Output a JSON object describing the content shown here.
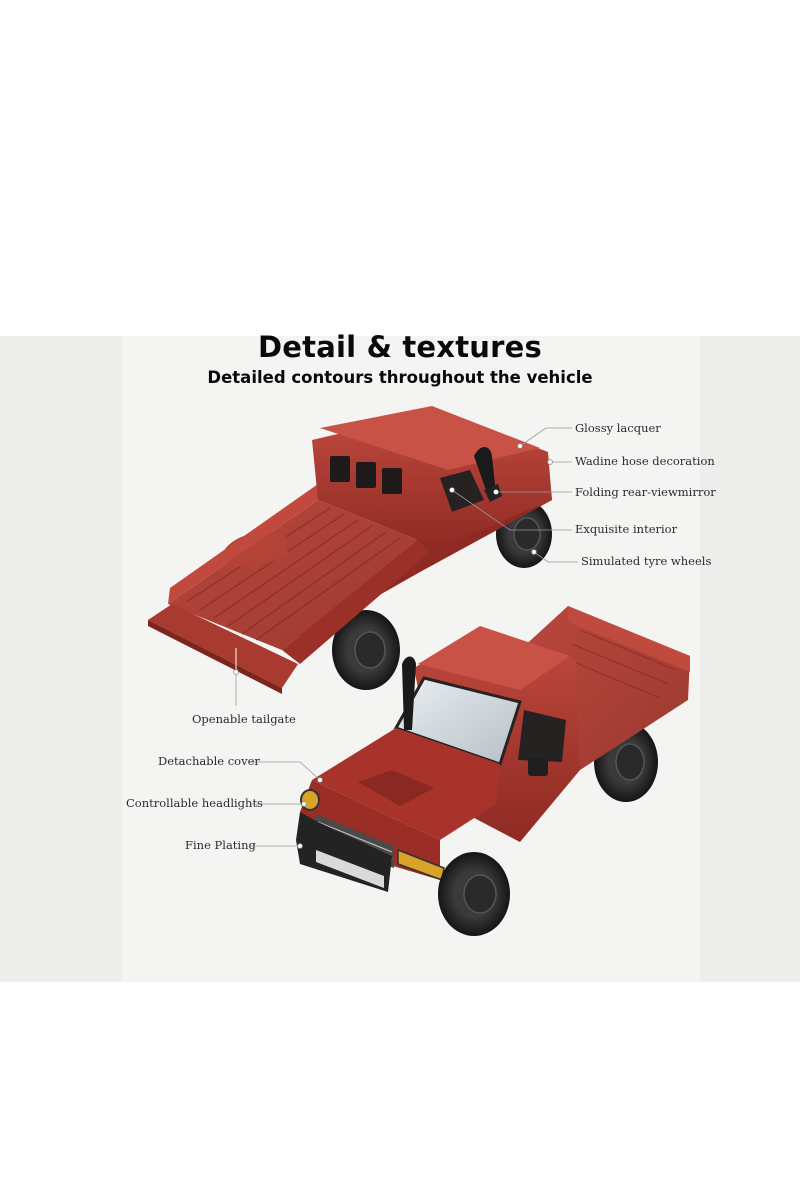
{
  "header": {
    "title": "Detail & textures",
    "subtitle": "Detailed contours throughout the vehicle"
  },
  "callouts": {
    "glossy_lacquer": "Glossy lacquer",
    "wadine_hose": "Wadine hose decoration",
    "folding_mirror": "Folding rear-viewmirror",
    "exquisite_interior": "Exquisite interior",
    "simulated_tyres": "Simulated tyre wheels",
    "openable_tailgate": "Openable tailgate",
    "detachable_cover": "Detachable cover",
    "controllable_headlights": "Controllable headlights",
    "fine_plating": "Fine Plating"
  },
  "colors": {
    "body_red": "#a8332b",
    "background": "#f4f4f2"
  }
}
